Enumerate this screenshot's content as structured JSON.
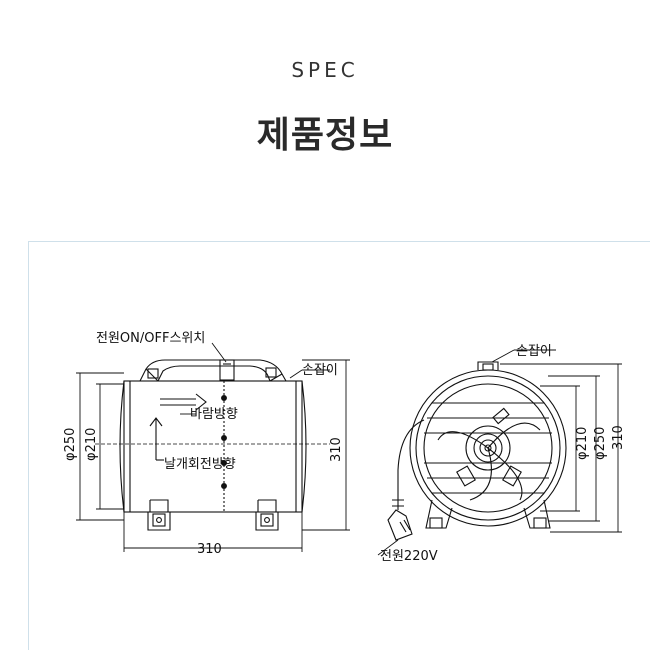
{
  "header": {
    "eyebrow": "SPEC",
    "title": "제품정보"
  },
  "side_view": {
    "switch_label": "전원ON/OFF스위치",
    "handle_label": "손잡이",
    "airflow_label": "바람방향",
    "rotation_label": "날개회전방향",
    "dim_outer_left": "φ250",
    "dim_inner_left": "φ210",
    "dim_height_right": "310",
    "dim_width_bottom": "310"
  },
  "front_view": {
    "handle_label": "손잡이",
    "power_label": "전원220V",
    "dim_inner": "φ210",
    "dim_outer": "φ250",
    "dim_height": "310"
  }
}
